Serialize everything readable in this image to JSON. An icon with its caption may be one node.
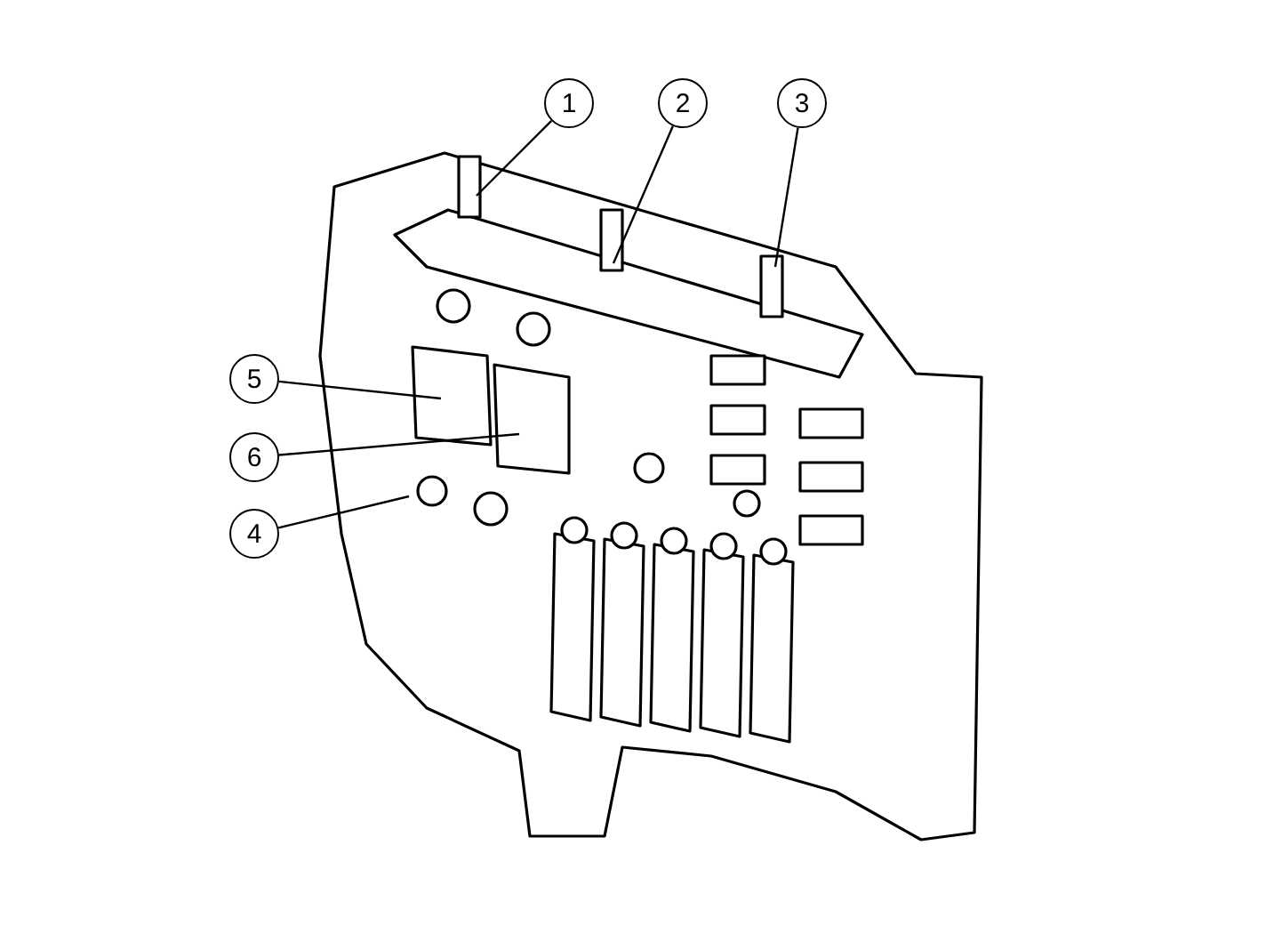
{
  "diagram": {
    "nodes": [
      {
        "text": [
          "1"
        ]
      },
      {
        "text": [
          "2"
        ]
      },
      {
        "text": [
          "3"
        ]
      },
      {
        "text": [
          "5"
        ]
      },
      {
        "text": [
          "6"
        ]
      },
      {
        "text": [
          "4"
        ]
      }
    ],
    "edges": [
      {
        "from": 0,
        "to": null,
        "arrow": "none"
      },
      {
        "from": 1,
        "to": null,
        "arrow": "none"
      },
      {
        "from": 2,
        "to": null,
        "arrow": "none"
      },
      {
        "from": 3,
        "to": null,
        "arrow": "none"
      },
      {
        "from": 4,
        "to": null,
        "arrow": "none"
      },
      {
        "from": 5,
        "to": null,
        "arrow": "none"
      }
    ]
  }
}
